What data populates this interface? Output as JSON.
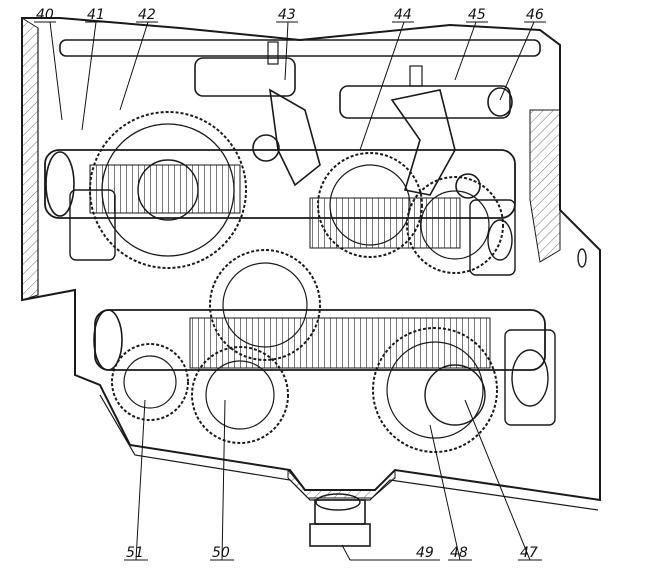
{
  "colors": {
    "ink": "#1a1a1a",
    "paper": "#ffffff"
  },
  "callouts_top": [
    "40",
    "41",
    "42",
    "43",
    "44",
    "45",
    "46"
  ],
  "callouts_bottom": [
    "51",
    "50",
    "49",
    "48",
    "47"
  ]
}
